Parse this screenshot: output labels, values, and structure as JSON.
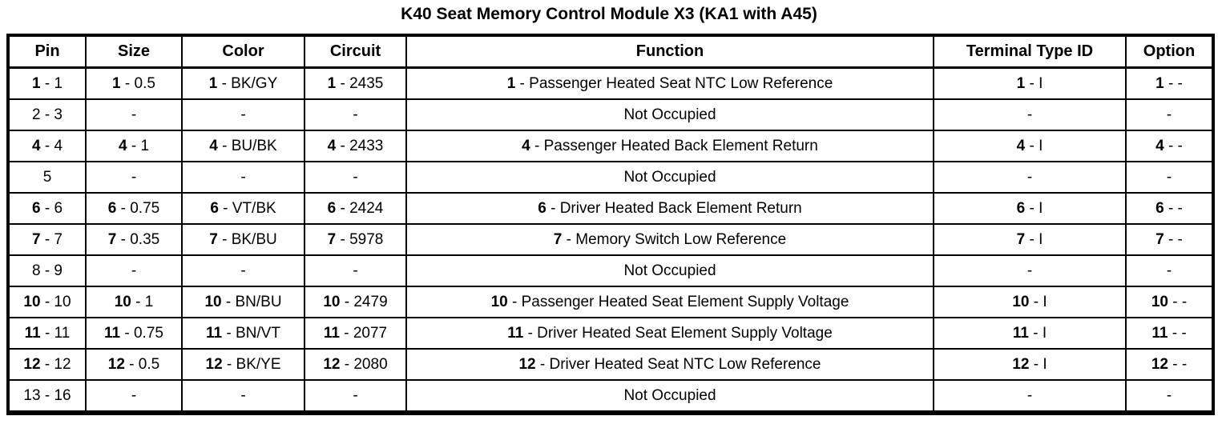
{
  "title": "K40 Seat Memory Control Module X3 (KA1 with A45)",
  "table": {
    "headers": [
      "Pin",
      "Size",
      "Color",
      "Circuit",
      "Function",
      "Terminal Type ID",
      "Option"
    ],
    "column_keys": [
      "pin",
      "size",
      "color",
      "circuit",
      "function",
      "terminal-type-id",
      "option"
    ],
    "rows": [
      {
        "cells": [
          {
            "b": "1",
            "r": " - 1"
          },
          {
            "b": "1",
            "r": " - 0.5"
          },
          {
            "b": "1",
            "r": " - BK/GY"
          },
          {
            "b": "1",
            "r": " - 2435"
          },
          {
            "b": "1",
            "r": " - Passenger Heated Seat NTC Low Reference"
          },
          {
            "b": "1",
            "r": " - I"
          },
          {
            "b": "1",
            "r": " - -"
          }
        ]
      },
      {
        "cells": [
          {
            "b": "",
            "r": "2 - 3"
          },
          {
            "b": "",
            "r": "-"
          },
          {
            "b": "",
            "r": "-"
          },
          {
            "b": "",
            "r": "-"
          },
          {
            "b": "",
            "r": "Not Occupied"
          },
          {
            "b": "",
            "r": "-"
          },
          {
            "b": "",
            "r": "-"
          }
        ]
      },
      {
        "cells": [
          {
            "b": "4",
            "r": " - 4"
          },
          {
            "b": "4",
            "r": " - 1"
          },
          {
            "b": "4",
            "r": " - BU/BK"
          },
          {
            "b": "4",
            "r": " - 2433"
          },
          {
            "b": "4",
            "r": " - Passenger Heated Back Element Return"
          },
          {
            "b": "4",
            "r": " - I"
          },
          {
            "b": "4",
            "r": " - -"
          }
        ]
      },
      {
        "cells": [
          {
            "b": "",
            "r": "5"
          },
          {
            "b": "",
            "r": "-"
          },
          {
            "b": "",
            "r": "-"
          },
          {
            "b": "",
            "r": "-"
          },
          {
            "b": "",
            "r": "Not Occupied"
          },
          {
            "b": "",
            "r": "-"
          },
          {
            "b": "",
            "r": "-"
          }
        ]
      },
      {
        "cells": [
          {
            "b": "6",
            "r": " - 6"
          },
          {
            "b": "6",
            "r": " - 0.75"
          },
          {
            "b": "6",
            "r": " - VT/BK"
          },
          {
            "b": "6",
            "r": " - 2424"
          },
          {
            "b": "6",
            "r": " - Driver Heated Back Element Return"
          },
          {
            "b": "6",
            "r": " - I"
          },
          {
            "b": "6",
            "r": " - -"
          }
        ]
      },
      {
        "cells": [
          {
            "b": "7",
            "r": " - 7"
          },
          {
            "b": "7",
            "r": " - 0.35"
          },
          {
            "b": "7",
            "r": " - BK/BU"
          },
          {
            "b": "7",
            "r": " - 5978"
          },
          {
            "b": "7",
            "r": " - Memory Switch Low Reference"
          },
          {
            "b": "7",
            "r": " - I"
          },
          {
            "b": "7",
            "r": " - -"
          }
        ]
      },
      {
        "cells": [
          {
            "b": "",
            "r": "8 - 9"
          },
          {
            "b": "",
            "r": "-"
          },
          {
            "b": "",
            "r": "-"
          },
          {
            "b": "",
            "r": "-"
          },
          {
            "b": "",
            "r": "Not Occupied"
          },
          {
            "b": "",
            "r": "-"
          },
          {
            "b": "",
            "r": "-"
          }
        ]
      },
      {
        "cells": [
          {
            "b": "10",
            "r": " - 10"
          },
          {
            "b": "10",
            "r": " - 1"
          },
          {
            "b": "10",
            "r": " - BN/BU"
          },
          {
            "b": "10",
            "r": " - 2479"
          },
          {
            "b": "10",
            "r": " - Passenger Heated Seat Element Supply Voltage"
          },
          {
            "b": "10",
            "r": " - I"
          },
          {
            "b": "10",
            "r": " - -"
          }
        ]
      },
      {
        "cells": [
          {
            "b": "11",
            "r": " - 11"
          },
          {
            "b": "11",
            "r": " - 0.75"
          },
          {
            "b": "11",
            "r": " - BN/VT"
          },
          {
            "b": "11",
            "r": " - 2077"
          },
          {
            "b": "11",
            "r": " - Driver Heated Seat Element Supply Voltage"
          },
          {
            "b": "11",
            "r": " - I"
          },
          {
            "b": "11",
            "r": " - -"
          }
        ]
      },
      {
        "cells": [
          {
            "b": "12",
            "r": " - 12"
          },
          {
            "b": "12",
            "r": " - 0.5"
          },
          {
            "b": "12",
            "r": " - BK/YE"
          },
          {
            "b": "12",
            "r": " - 2080"
          },
          {
            "b": "12",
            "r": " - Driver Heated Seat NTC Low Reference"
          },
          {
            "b": "12",
            "r": " - I"
          },
          {
            "b": "12",
            "r": " - -"
          }
        ]
      },
      {
        "cells": [
          {
            "b": "",
            "r": "13 - 16"
          },
          {
            "b": "",
            "r": "-"
          },
          {
            "b": "",
            "r": "-"
          },
          {
            "b": "",
            "r": "-"
          },
          {
            "b": "",
            "r": "Not Occupied"
          },
          {
            "b": "",
            "r": "-"
          },
          {
            "b": "",
            "r": "-"
          }
        ]
      }
    ]
  }
}
